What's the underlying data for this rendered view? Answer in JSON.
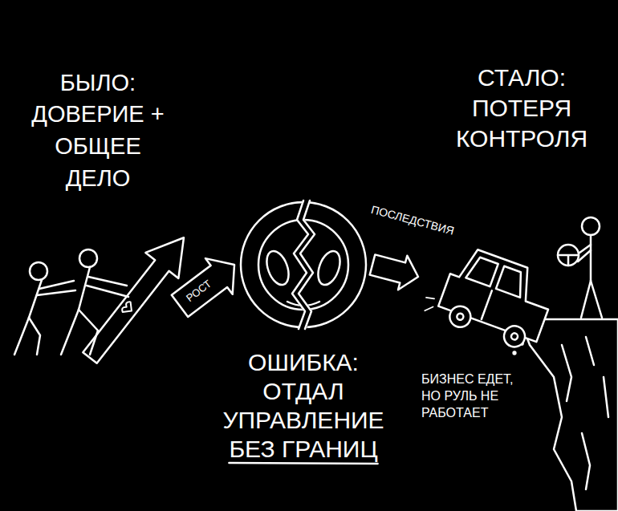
{
  "diagram": {
    "nodes": [
      {
        "text": [
          "БЫЛО:",
          "ДОВЕРИЕ + ОБЩЕЕ ДЕЛО"
        ]
      },
      {
        "text": [
          "ОШИБКА:",
          "ОТДАЛ УПРАВЛЕНИЕ БЕЗ ГРАНИЦ"
        ]
      },
      {
        "text": [
          "СТАЛО:",
          "ПОТЕРЯ КОНТРОЛЯ",
          "БИЗНЕС ЕДЕТ, НО РУЛЬ НЕ РАБОТАЕТ"
        ]
      }
    ],
    "edges": [
      {
        "from": 0,
        "to": 1,
        "arrow": "to",
        "label": "РОСТ"
      },
      {
        "from": 1,
        "to": 2,
        "arrow": "to",
        "label": "ПОСЛЕДСТВИЯ"
      }
    ]
  }
}
